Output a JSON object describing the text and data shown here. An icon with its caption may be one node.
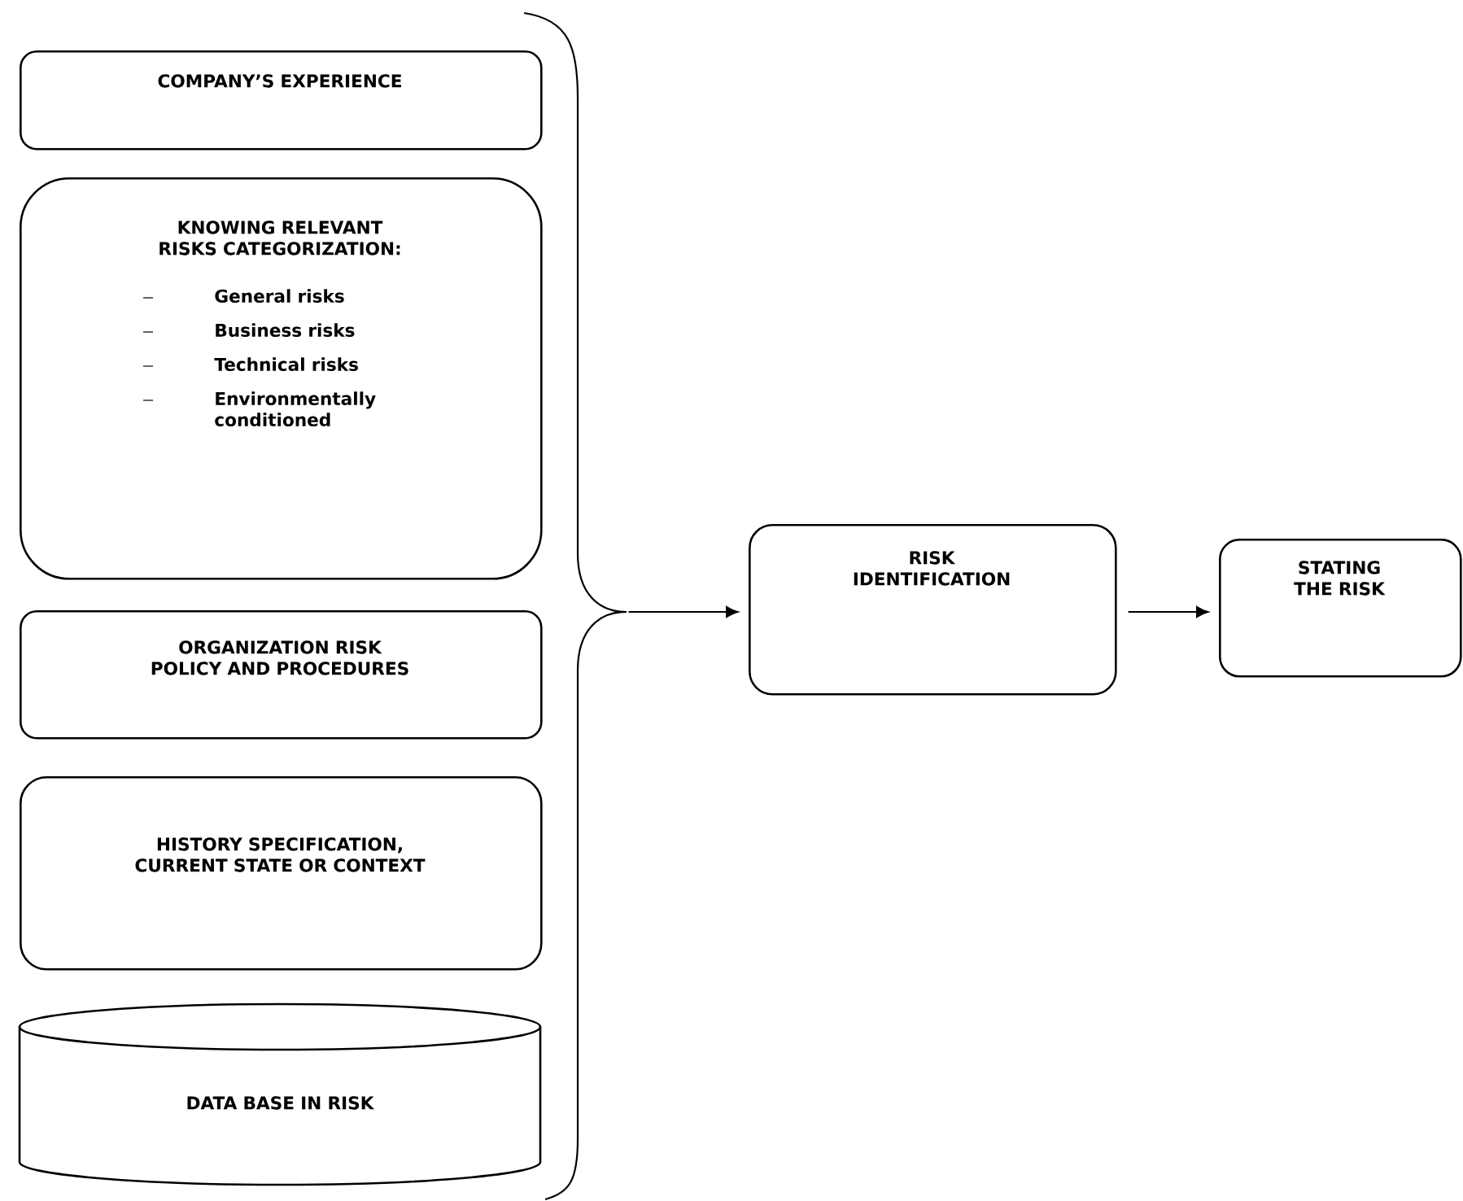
{
  "diagram": {
    "nodes": [
      {
        "text": [
          "COMPANY’S EXPERIENCE"
        ]
      },
      {
        "text": [
          "KNOWING RELEVANT RISKS CATEGORIZATION:",
          "General risks",
          "Business risks",
          "Technical risks",
          "Environmentally conditioned"
        ]
      },
      {
        "text": [
          "ORGANIZATION RISK POLICY AND PROCEDURES"
        ]
      },
      {
        "text": [
          "HISTORY SPECIFICATION, CURRENT STATE OR CONTEXT"
        ]
      },
      {
        "text": [
          "DATA BASE IN RISK"
        ]
      },
      {
        "text": [
          "RISK IDENTIFICATION"
        ]
      },
      {
        "text": [
          "STATING THE RISK"
        ]
      },
      {
        "text": [],
        "shape": "brace"
      }
    ],
    "edges": [
      {
        "from": 7,
        "to": 5,
        "arrow": "to"
      },
      {
        "from": 5,
        "to": 6,
        "arrow": "to"
      }
    ]
  }
}
